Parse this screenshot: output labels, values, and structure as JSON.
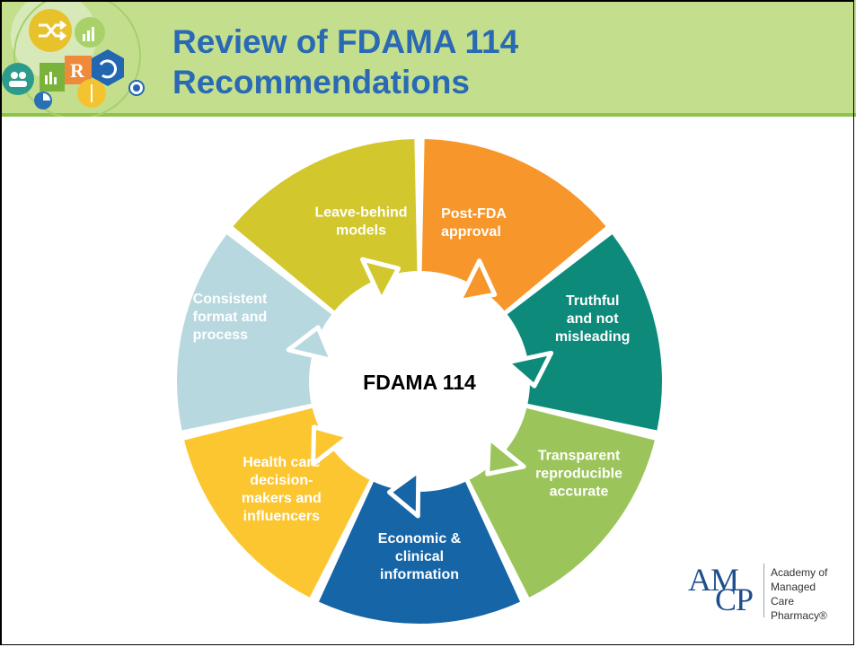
{
  "slide": {
    "title_line1": "Review of FDAMA 114",
    "title_line2": "Recommendations"
  },
  "header_icons": [
    "shuffle-icon",
    "chart-icon",
    "rx-icon",
    "refresh-icon",
    "people-icon",
    "bar-chart-icon",
    "pie-chart-icon",
    "caduceus-icon",
    "heart-icon"
  ],
  "diagram": {
    "center_label": "FDAMA 114",
    "segments": [
      {
        "lines": [
          "Post-FDA",
          "approval"
        ],
        "color": "#f7962a",
        "text_color": "#ffffff"
      },
      {
        "lines": [
          "Truthful",
          "and not",
          "misleading"
        ],
        "color": "#0d8a7a",
        "text_color": "#ffffff"
      },
      {
        "lines": [
          "Transparent",
          "reproducible",
          "accurate"
        ],
        "color": "#9bc45a",
        "text_color": "#ffffff"
      },
      {
        "lines": [
          "Economic &",
          "clinical",
          "information"
        ],
        "color": "#1665a7",
        "text_color": "#ffffff"
      },
      {
        "lines": [
          "Health care",
          "decision-",
          "makers and",
          "influencers"
        ],
        "color": "#fcc630",
        "text_color": "#ffffff"
      },
      {
        "lines": [
          "Consistent",
          "format and",
          "process"
        ],
        "color": "#b7d8df",
        "text_color": "#ffffff"
      },
      {
        "lines": [
          "Leave-behind",
          "models"
        ],
        "color": "#d2c72c",
        "text_color": "#ffffff"
      }
    ]
  },
  "brand": {
    "mark_a": "AM",
    "mark_b": "CP",
    "name_line1": "Academy of",
    "name_line2": "Managed Care",
    "name_line3": "Pharmacy®"
  }
}
